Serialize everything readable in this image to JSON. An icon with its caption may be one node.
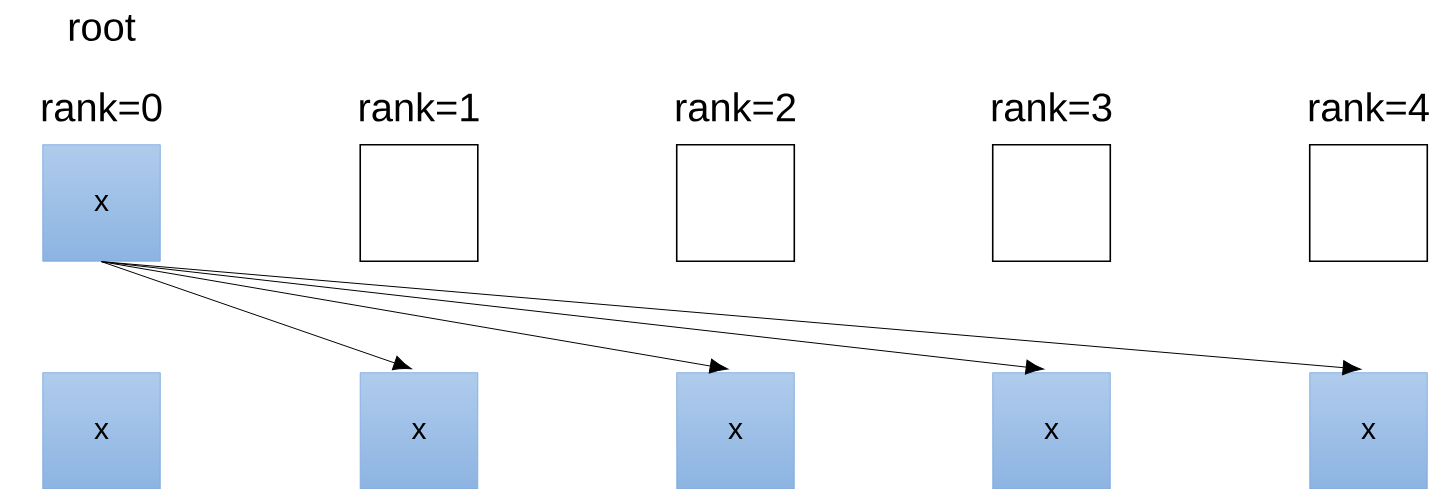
{
  "diagram": {
    "nodes": [
      {
        "text": [
          "x"
        ],
        "beside": [
          "root",
          "rank=0"
        ]
      },
      {
        "text": [],
        "shape": "box",
        "beside": [
          "rank=1"
        ]
      },
      {
        "text": [],
        "shape": "box",
        "beside": [
          "rank=2"
        ]
      },
      {
        "text": [],
        "shape": "box",
        "beside": [
          "rank=3"
        ]
      },
      {
        "text": [],
        "shape": "box",
        "beside": [
          "rank=4"
        ]
      },
      {
        "text": [
          "x"
        ]
      },
      {
        "text": [
          "x"
        ]
      },
      {
        "text": [
          "x"
        ]
      },
      {
        "text": [
          "x"
        ]
      },
      {
        "text": [
          "x"
        ]
      }
    ],
    "edges": [
      {
        "from": 0,
        "to": 6,
        "arrow": "to"
      },
      {
        "from": 0,
        "to": 7,
        "arrow": "to"
      },
      {
        "from": 0,
        "to": 8,
        "arrow": "to"
      },
      {
        "from": 0,
        "to": 9,
        "arrow": "to"
      }
    ]
  }
}
